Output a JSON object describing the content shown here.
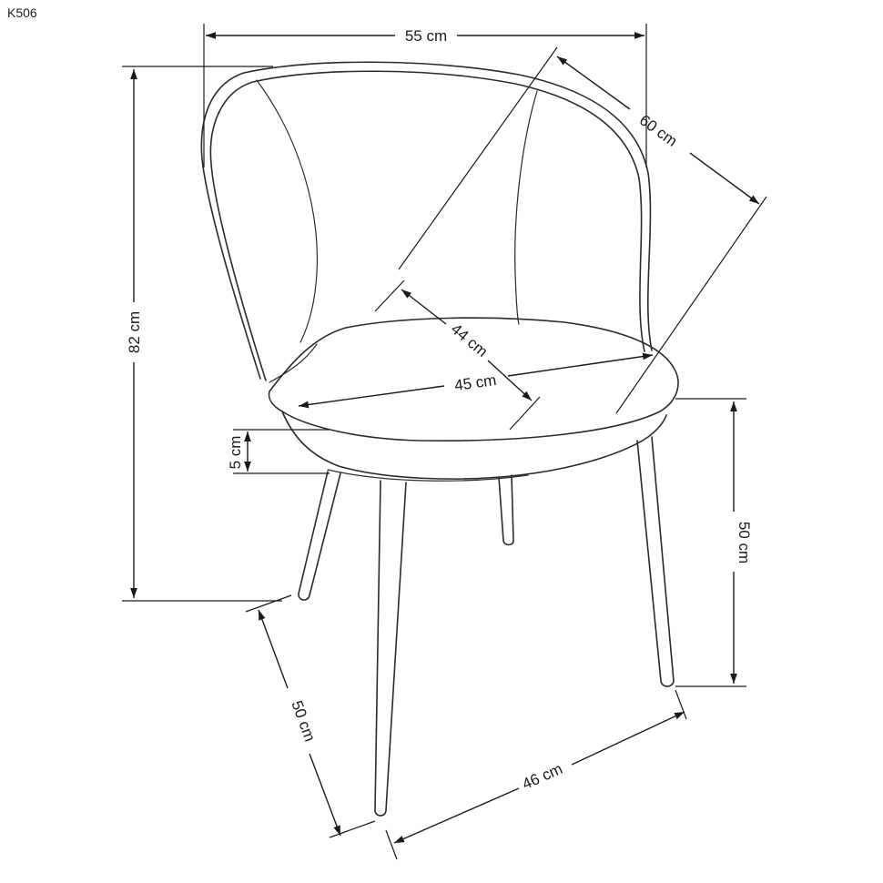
{
  "model_code": "K506",
  "dimensions": {
    "overall_width": "55 cm",
    "overall_depth": "60 cm",
    "overall_height": "82 cm",
    "seat_depth": "44 cm",
    "seat_width": "45 cm",
    "seat_thickness": "5 cm",
    "seat_height": "50 cm",
    "leg_depth": "50 cm",
    "leg_width": "46 cm"
  },
  "colors": {
    "line": "#1a1a1a",
    "background": "#ffffff"
  }
}
